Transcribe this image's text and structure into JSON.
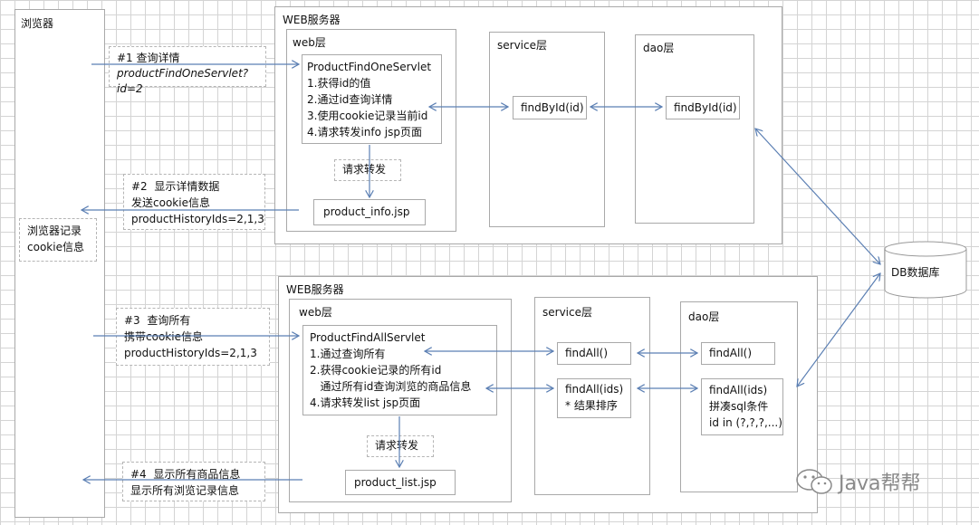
{
  "browser": {
    "title": "浏览器",
    "record": "浏览器记录\ncookie信息"
  },
  "top": {
    "server_title": "WEB服务器",
    "web_layer": "web层",
    "service_layer": "service层",
    "dao_layer": "dao层",
    "servlet": "ProductFindOneServlet\n1.获得id的值\n2.通过id查询详情\n3.使用cookie记录当前id\n4.请求转发info jsp页面",
    "forward": "请求转发",
    "jsp": "product_info.jsp",
    "service_method": "findById(id)",
    "dao_method": "findById(id)",
    "req_line1": "#1  查询详情",
    "req_line2": "productFindOneServlet?id=2",
    "resp": "#2  显示详情数据\n发送cookie信息\nproductHistoryIds=2,1,3"
  },
  "bottom": {
    "server_title": "WEB服务器",
    "web_layer": "web层",
    "service_layer": "service层",
    "dao_layer": "dao层",
    "servlet": "ProductFindAllServlet\n1.通过查询所有\n2.获得cookie记录的所有id\n   通过所有id查询浏览的商品信息\n4.请求转发list jsp页面",
    "forward": "请求转发",
    "jsp": "product_list.jsp",
    "service_all": "findAll()",
    "service_ids": "findAll(ids)\n* 结果排序",
    "dao_all": "findAll()",
    "dao_ids": "findAll(ids)\n拼凑sql条件\nid in (?,?,?,...)",
    "req": "#3  查询所有\n携带cookie信息\nproductHistoryIds=2,1,3",
    "resp": "#4  显示所有商品信息\n显示所有浏览记录信息"
  },
  "db": {
    "label": "DB数据库"
  },
  "watermark": {
    "text": "Java帮帮"
  },
  "colors": {
    "arrow": "#5b7fb3",
    "border": "#a9a9a9"
  }
}
